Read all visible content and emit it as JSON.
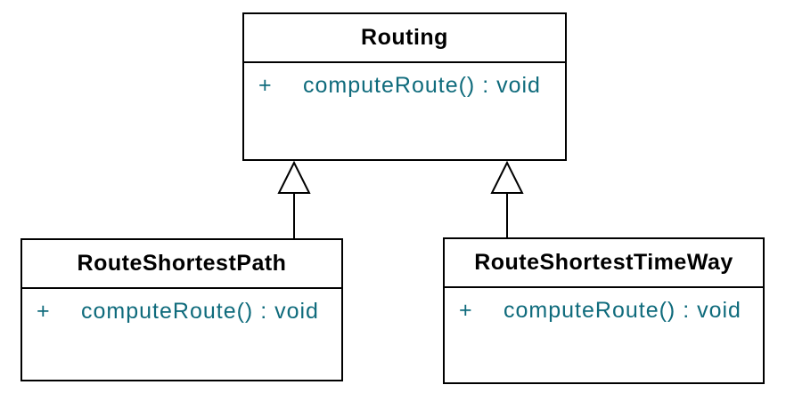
{
  "diagram": {
    "kind": "uml-class-diagram",
    "background": "#ffffff",
    "colors": {
      "box_border": "#000000",
      "box_fill": "#ffffff",
      "class_name_text": "#000000",
      "member_text": "#0f6b7c"
    },
    "classes": [
      {
        "name": "Routing",
        "methods": [
          {
            "visibility": "+",
            "signature": "computeRoute() : void"
          }
        ]
      },
      {
        "name": "RouteShortestPath",
        "methods": [
          {
            "visibility": "+",
            "signature": "computeRoute() : void"
          }
        ]
      },
      {
        "name": "RouteShortestTimeWay",
        "methods": [
          {
            "visibility": "+",
            "signature": "computeRoute() : void"
          }
        ]
      }
    ],
    "relationships": [
      {
        "type": "generalization",
        "from": "RouteShortestPath",
        "to": "Routing",
        "arrow": "hollow-triangle"
      },
      {
        "type": "generalization",
        "from": "RouteShortestTimeWay",
        "to": "Routing",
        "arrow": "hollow-triangle"
      }
    ]
  }
}
